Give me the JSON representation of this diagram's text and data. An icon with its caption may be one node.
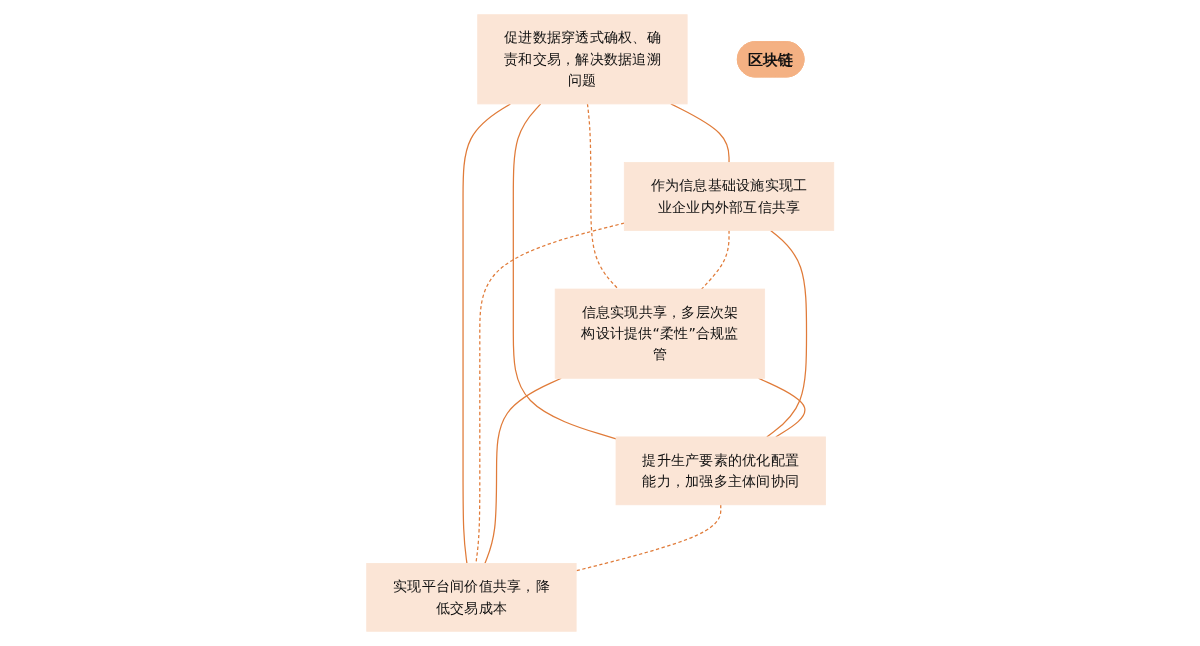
{
  "diagram": {
    "nodes": [
      {
        "text": [
          "促进数据穿透式确权、确责和交易，解决数据追溯问题"
        ]
      },
      {
        "text": [
          "作为信息基础设施实现工业企业内外部互信共享"
        ]
      },
      {
        "text": [
          "区块链"
        ]
      },
      {
        "text": [
          "信息实现共享，多层次架构设计提供“柔性”合规监管"
        ]
      },
      {
        "text": [
          "提升生产要素的优化配置能力，加强多主体间协同"
        ]
      },
      {
        "text": [
          "实现平台间价值共享，降低交易成本"
        ]
      }
    ],
    "edges": [
      {
        "from": 0,
        "to": 1,
        "arrow": "none"
      },
      {
        "from": 0,
        "to": 3,
        "arrow": "none",
        "style": "dashed"
      },
      {
        "from": 0,
        "to": 4,
        "arrow": "none"
      },
      {
        "from": 0,
        "to": 5,
        "arrow": "none"
      },
      {
        "from": 1,
        "to": 3,
        "arrow": "none",
        "style": "dashed"
      },
      {
        "from": 1,
        "to": 4,
        "arrow": "none"
      },
      {
        "from": 1,
        "to": 5,
        "arrow": "none",
        "style": "dashed"
      },
      {
        "from": 3,
        "to": 4,
        "arrow": "none"
      },
      {
        "from": 3,
        "to": 5,
        "arrow": "none"
      },
      {
        "from": 4,
        "to": 5,
        "arrow": "none",
        "style": "dashed"
      }
    ]
  }
}
